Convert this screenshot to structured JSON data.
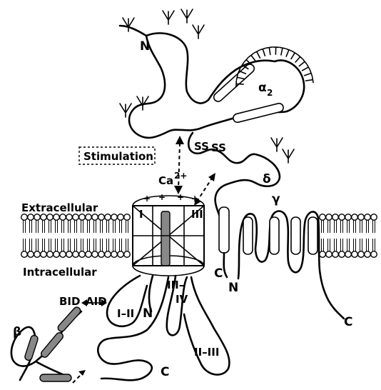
{
  "labels": {
    "n_alpha2": "N",
    "alpha2": "α",
    "alpha2_sub": "2",
    "stimulation": "Stimulation",
    "delta": "δ",
    "gamma": "γ",
    "ss1": "SS",
    "ss2": "SS",
    "ca": "Ca",
    "ca_sup": "2+",
    "extracellular": "Extracellular",
    "intracellular": "Intracellular",
    "domain_i": "I",
    "domain_iii": "III",
    "c_alpha1_delta": "C",
    "n_gamma": "N",
    "c_gamma": "C",
    "bid": "BID",
    "aid": "AID",
    "loop_i_ii": "I–II",
    "n_alpha1": "N",
    "loop_iii_iv": "III–",
    "domain_iv": "IV",
    "loop_ii_iii": "II–III",
    "c_alpha1": "C",
    "beta": "β"
  }
}
